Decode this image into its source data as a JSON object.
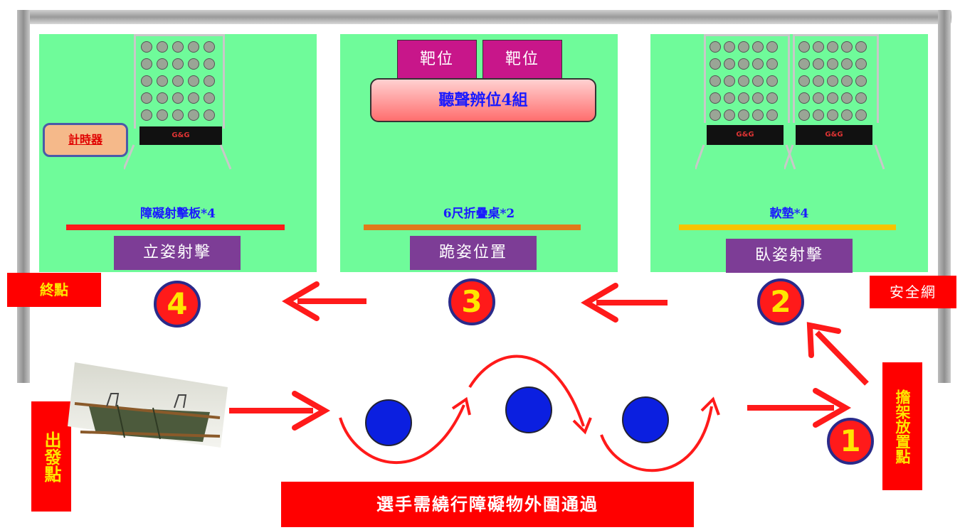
{
  "colors": {
    "zone": "#6ffb9a",
    "label_blue": "#1a1aff",
    "purple": "#7d3d96",
    "red": "#ff0000",
    "line_red": "#ff1a1a",
    "line_orange": "#e07a1a",
    "line_yellow": "#f5c400",
    "target_magenta": "#c8168a",
    "obstacle_blue": "#0b1fe0"
  },
  "zones": {
    "left": {
      "timer_label": "計時器",
      "plate_brand": "G&G",
      "equipment_label": "障礙射擊板*4",
      "position_label": "立姿射擊"
    },
    "middle": {
      "target_1": "靶位",
      "target_2": "靶位",
      "sound_group": "聽聲辨位4組",
      "equipment_label": "6尺折疊桌*2",
      "position_label": "跪姿位置"
    },
    "right": {
      "plate_brand_1": "G&G",
      "plate_brand_2": "G&G",
      "equipment_label": "軟墊*4",
      "position_label": "臥姿射擊"
    }
  },
  "markers": {
    "end_point": "終點",
    "safety_net": "安全網",
    "start_point": "出發點",
    "stretcher_point": "擔架放置點"
  },
  "numbers": {
    "n1": "1",
    "n2": "2",
    "n3": "3",
    "n4": "4"
  },
  "bottom_banner": "選手需繞行障礙物外圍通過",
  "icons": {
    "stretcher": "stretcher-icon",
    "target_stand": "target-stand-icon",
    "arrow": "arrow-icon"
  }
}
